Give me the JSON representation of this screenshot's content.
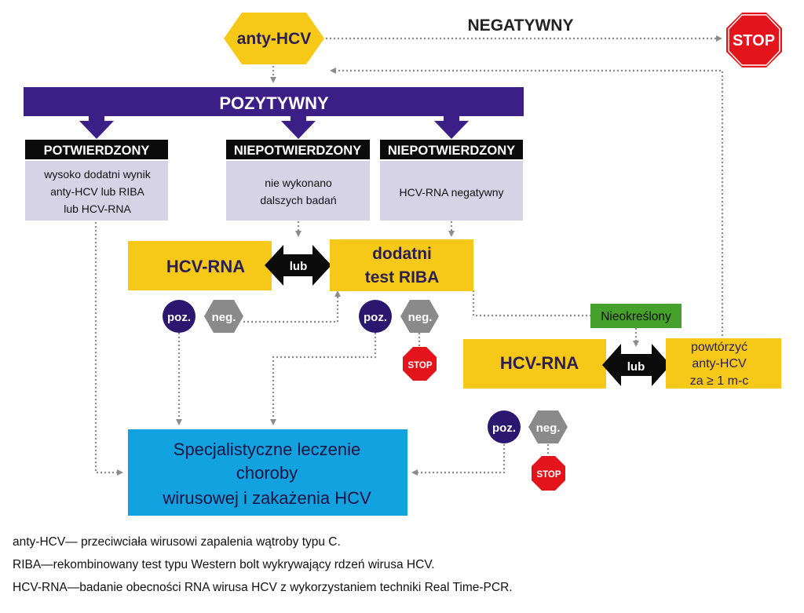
{
  "colors": {
    "yellow": "#f6c919",
    "purple": "#3b1e86",
    "lavender": "#d6d3e6",
    "black": "#0b0b0b",
    "gray": "#8a8a8a",
    "green": "#46a12c",
    "blue": "#13a2e0",
    "stop_red": "#e3141b",
    "arrow_gray": "#8c8c8c"
  },
  "nodes": {
    "anti_hcv": "anty-HCV",
    "negative": "NEGATYWNY",
    "stop": "STOP",
    "positive": "POZYTYWNY",
    "confirmed_header": "POTWIERDZONY",
    "confirmed_text": [
      "wysoko dodatni wynik",
      "anty-HCV lub RIBA",
      "lub HCV-RNA"
    ],
    "unconfirmed1_header": "NIEPOTWIERDZONY",
    "unconfirmed1_text": [
      "nie wykonano",
      "dalszych badań"
    ],
    "unconfirmed2_header": "NIEPOTWIERDZONY",
    "unconfirmed2_text": [
      "HCV-RNA negatywny"
    ],
    "hcv_rna_1": "HCV-RNA",
    "or_1": "lub",
    "riba": [
      "dodatni",
      "test RIBA"
    ],
    "poz": "poz.",
    "neg": "neg.",
    "undetermined": "Nieokreślony",
    "hcv_rna_2": "HCV-RNA",
    "or_2": "lub",
    "repeat": [
      "powtórzyć",
      "anty-HCV",
      "za ≥ 1 m-c"
    ],
    "treatment": [
      "Specjalistyczne leczenie",
      "choroby",
      "wirusowej i zakażenia HCV"
    ]
  },
  "legend": [
    "anty-HCV— przeciwciała  wirusowi zapalenia wątroby typu C.",
    "RIBA—rekombinowany test typu Western bolt wykrywający rdzeń wirusa HCV.",
    "HCV-RNA—badanie obecności RNA wirusa HCV z wykorzystaniem techniki Real Time-PCR."
  ]
}
